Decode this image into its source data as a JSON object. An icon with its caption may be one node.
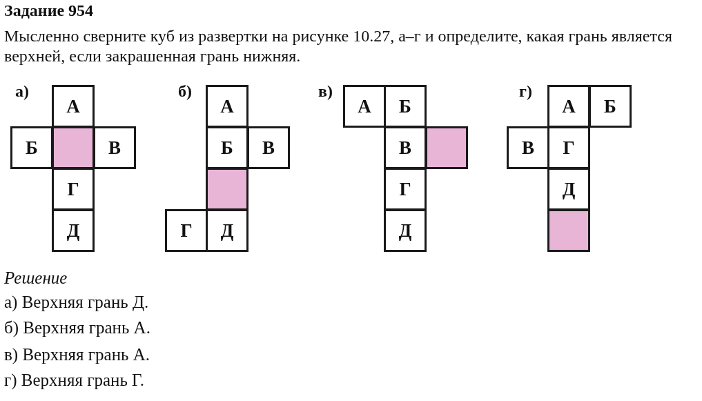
{
  "diagram": {
    "title": "Задание 954",
    "nodes": [
      {
        "text": [
          "А"
        ]
      },
      {
        "text": [
          "Б"
        ]
      },
      {
        "text": [],
        "shape": "box"
      },
      {
        "text": [
          "В"
        ]
      },
      {
        "text": [
          "Г"
        ]
      },
      {
        "text": [
          "Д"
        ]
      },
      {
        "text": [
          "А"
        ]
      },
      {
        "text": [
          "Б"
        ]
      },
      {
        "text": [
          "В"
        ]
      },
      {
        "text": [],
        "shape": "box"
      },
      {
        "text": [
          "Г"
        ]
      },
      {
        "text": [
          "Д"
        ]
      },
      {
        "text": [
          "А"
        ]
      },
      {
        "text": [
          "Б"
        ]
      },
      {
        "text": [
          "В"
        ]
      },
      {
        "text": [],
        "shape": "box"
      },
      {
        "text": [
          "Г"
        ]
      },
      {
        "text": [
          "Д"
        ]
      },
      {
        "text": [
          "А"
        ]
      },
      {
        "text": [
          "Б"
        ]
      },
      {
        "text": [
          "В"
        ]
      },
      {
        "text": [
          "Г"
        ]
      },
      {
        "text": [
          "Д"
        ]
      },
      {
        "text": [],
        "shape": "box"
      }
    ],
    "edges": [],
    "labels": [
      "Мысленно сверните куб из развертки на рисунке 10.27, а–г и определите, какая грань является верхней, если закрашенная грань нижняя.",
      "а)",
      "б)",
      "в)",
      "г)",
      "Решение",
      "а) Верхняя грань Д.",
      "б) Верхняя грань А.",
      "в) Верхняя грань А.",
      "г) Верхняя грань Г."
    ]
  }
}
